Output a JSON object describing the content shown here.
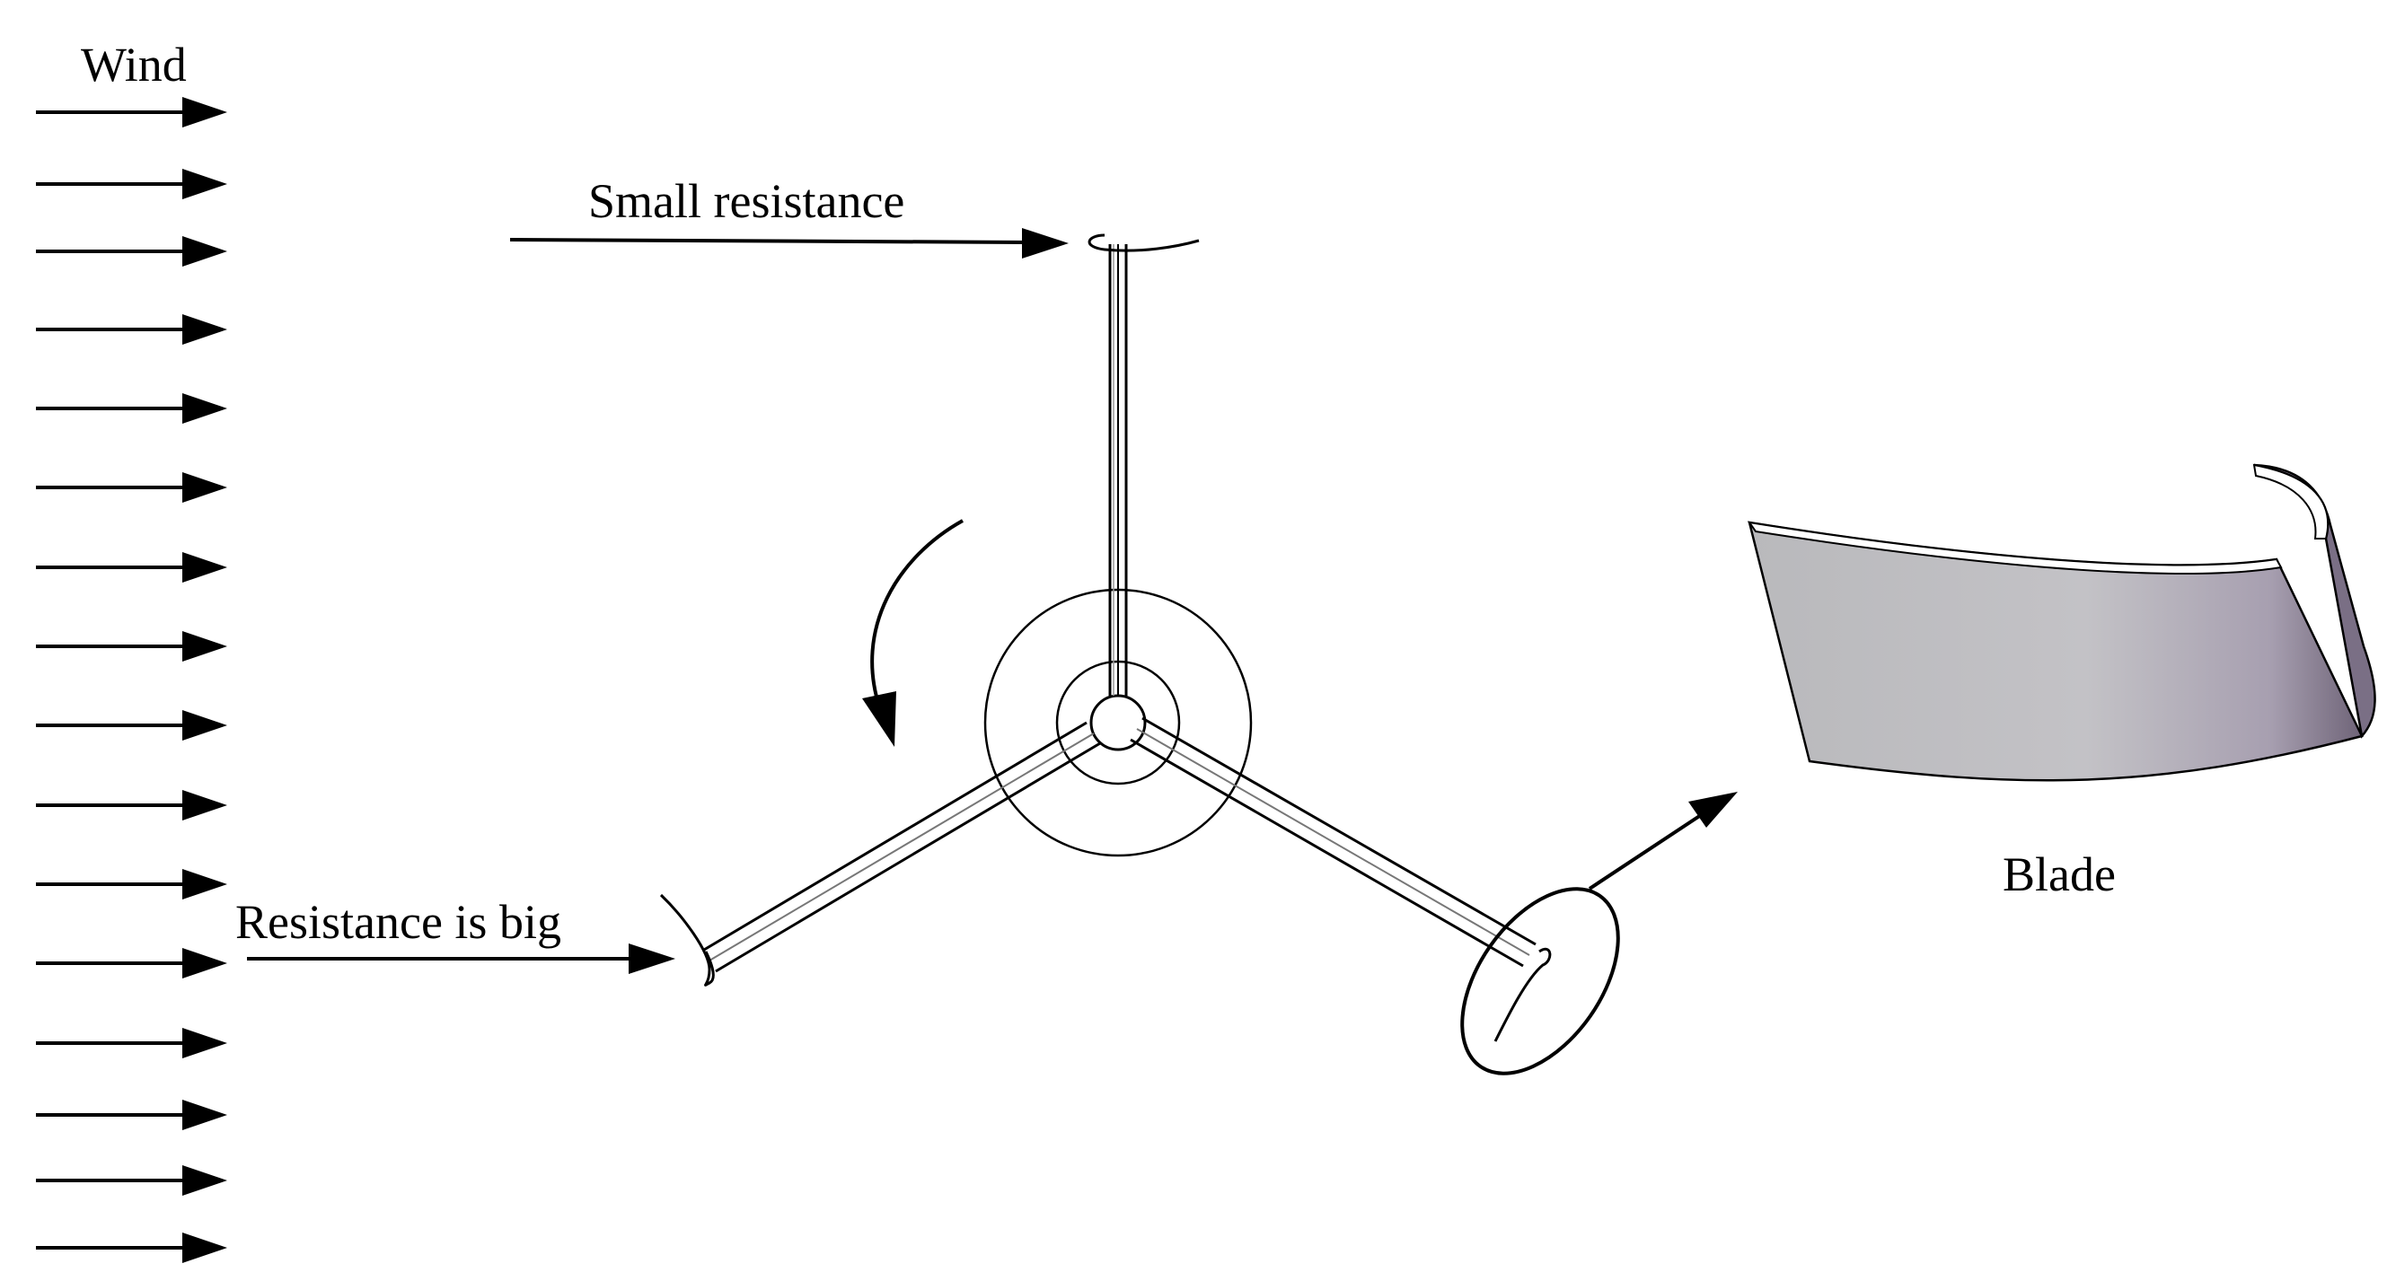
{
  "labels": {
    "wind": "Wind",
    "small_resistance": "Small resistance",
    "resistance_big": "Resistance is big",
    "blade": "Blade"
  },
  "wind_arrow_count": 16,
  "colors": {
    "ink": "#000000",
    "blade_light": "#c9c9cb",
    "blade_dark": "#8a7f92",
    "background": "#ffffff"
  }
}
